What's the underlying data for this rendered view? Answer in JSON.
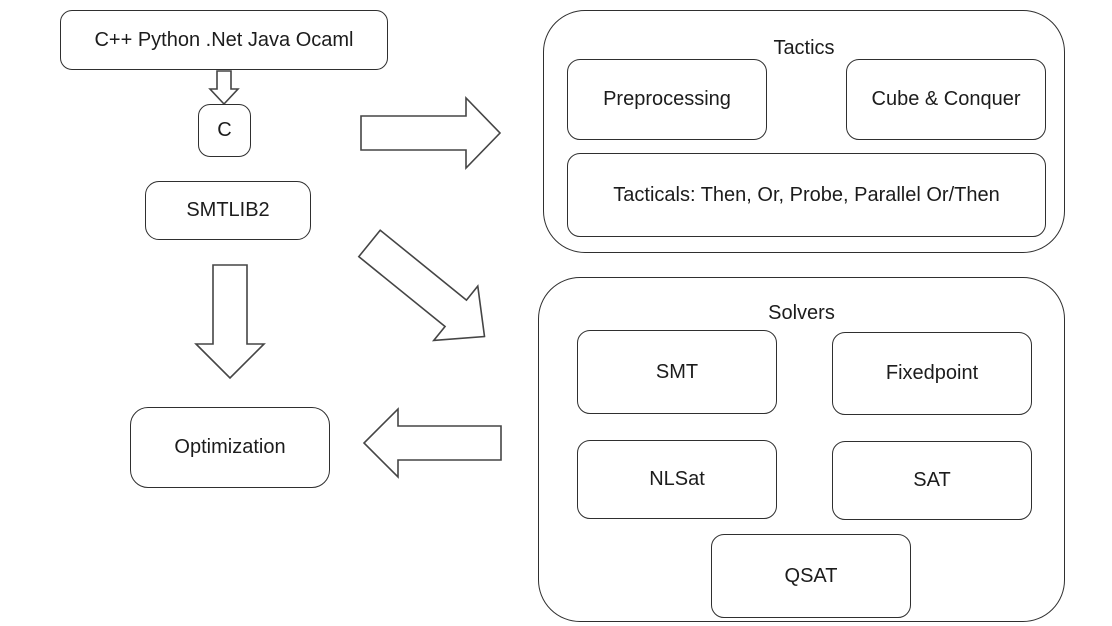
{
  "nodes": {
    "languages": "C++ Python .Net Java Ocaml",
    "c_api": "C",
    "smtlib2": "SMTLIB2",
    "optimization": "Optimization"
  },
  "tactics_group": {
    "title": "Tactics",
    "preprocessing": "Preprocessing",
    "cube_conquer": "Cube & Conquer",
    "tacticals": "Tacticals: Then, Or, Probe, Parallel Or/Then"
  },
  "solvers_group": {
    "title": "Solvers",
    "smt": "SMT",
    "fixedpoint": "Fixedpoint",
    "nlsat": "NLSat",
    "sat": "SAT",
    "qsat": "QSAT"
  },
  "arrows": {
    "api_to_c": "down-arrow",
    "to_tactics": "right-arrow",
    "smtlib2_to_optimization": "down-arrow",
    "to_solvers": "down-right-arrow",
    "solvers_to_optimization": "left-arrow"
  },
  "colors": {
    "background": "#ffffff",
    "box_border": "#2f2f2f",
    "arrow_outline": "#454545",
    "text": "#1c1c1c"
  }
}
